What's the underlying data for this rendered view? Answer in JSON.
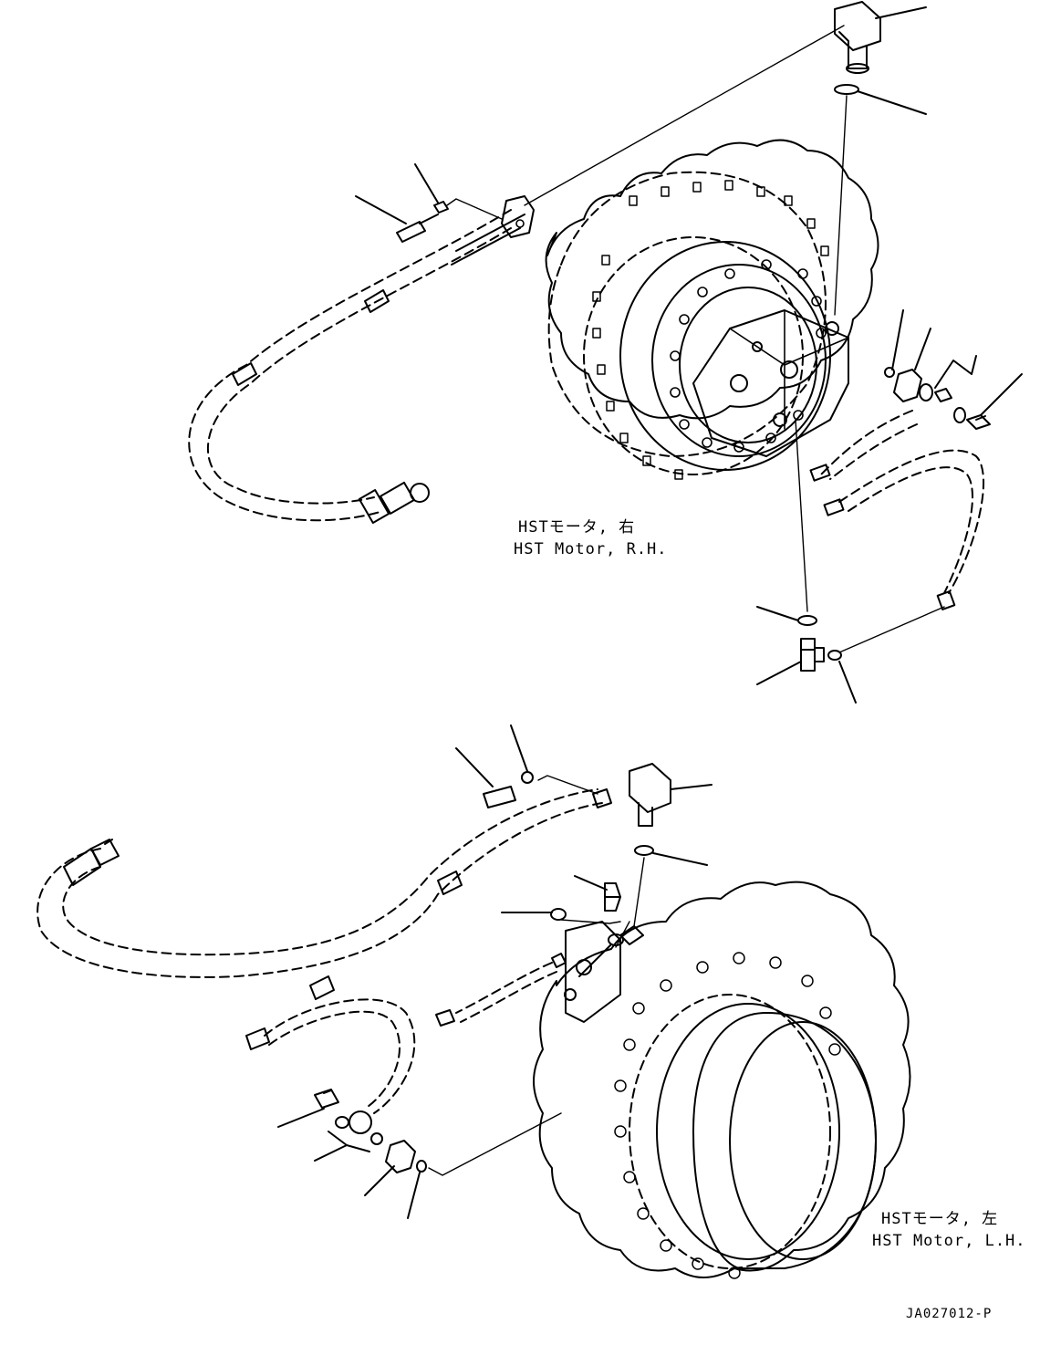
{
  "labels": {
    "rh_jp": "HSTモータ, 右",
    "rh_en": "HST Motor, R.H.",
    "lh_jp": "HSTモータ, 左",
    "lh_en": "HST Motor, L.H.",
    "drawing_code": "JA027012-P"
  },
  "colors": {
    "line": "#000000",
    "background": "#ffffff"
  }
}
